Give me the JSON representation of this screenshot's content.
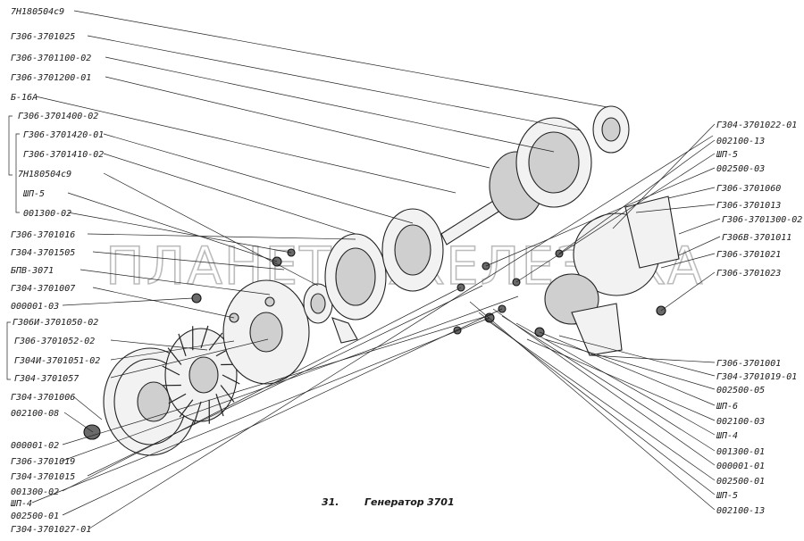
{
  "caption": {
    "number": "31.",
    "title": "Генератор",
    "code": "3701"
  },
  "watermark": "ПЛАНЕТА ЖЕЛЕЗЯКА",
  "labels_left": [
    "7Н180504с9",
    "Г306-3701025",
    "Г306-3701100-02",
    "Г306-3701200-01",
    "Б-16А",
    "Г306-3701400-02",
    "Г306-3701420-01",
    "Г306-3701410-02",
    "7Н180504с9",
    "ШП-5",
    "001300-02",
    "Г306-3701016",
    "Г304-3701505",
    "БПВ-3071",
    "Г304-3701007",
    "000001-03",
    "Г306И-3701050-02",
    "Г306-3701052-02",
    "Г304И-3701051-02",
    "Г304-3701057",
    "Г304-3701006",
    "002100-08",
    "000001-02",
    "Г306-3701019",
    "Г304-3701015",
    "001300-02",
    "ШП-4",
    "002500-01",
    "Г304-3701027-01"
  ],
  "labels_right": [
    "Г304-3701022-01",
    "002100-13",
    "ШП-5",
    "002500-03",
    "Г306-3701060",
    "Г306-3701013",
    "Г306-3701300-02",
    "Г306В-3701011",
    "Г306-3701021",
    "Г306-3701023"
  ],
  "labels_right_lower": [
    "Г306-3701001",
    "Г304-3701019-01",
    "002500-05",
    "ШП-6",
    "002100-03",
    "ШП-4",
    "001300-01",
    "000001-01",
    "002500-01",
    "ШП-5",
    "002100-13"
  ]
}
